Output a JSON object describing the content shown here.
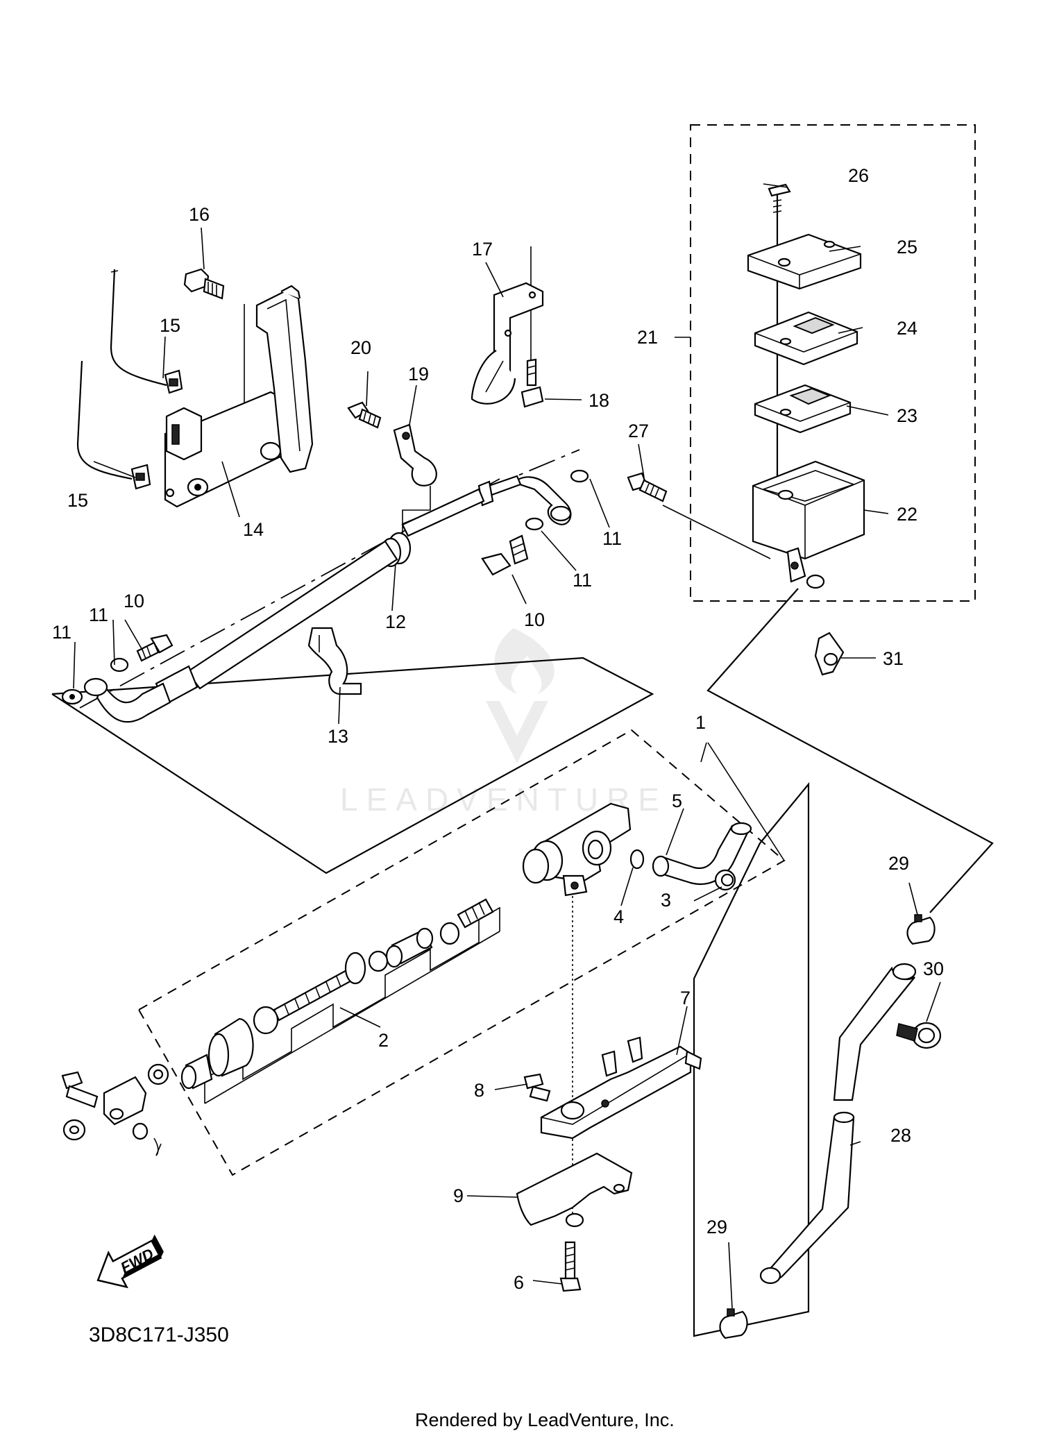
{
  "diagram": {
    "part_code": "3D8C171-J350",
    "footer_credit": "Rendered by LeadVenture, Inc.",
    "watermark_text": "LEADVENTURE",
    "direction_label": "FWD"
  },
  "callouts": {
    "c1": "1",
    "c2": "2",
    "c3": "3",
    "c4": "4",
    "c5": "5",
    "c6": "6",
    "c7": "7",
    "c8": "8",
    "c9": "9",
    "c10a": "10",
    "c10b": "10",
    "c11a": "11",
    "c11b": "11",
    "c11c": "11",
    "c11d": "11",
    "c12": "12",
    "c13": "13",
    "c14": "14",
    "c15a": "15",
    "c15b": "15",
    "c16": "16",
    "c17": "17",
    "c18": "18",
    "c19": "19",
    "c20": "20",
    "c21": "21",
    "c22": "22",
    "c23": "23",
    "c24": "24",
    "c25": "25",
    "c26": "26",
    "c27": "27",
    "c28": "28",
    "c29a": "29",
    "c29b": "29",
    "c30": "30",
    "c31": "31"
  }
}
